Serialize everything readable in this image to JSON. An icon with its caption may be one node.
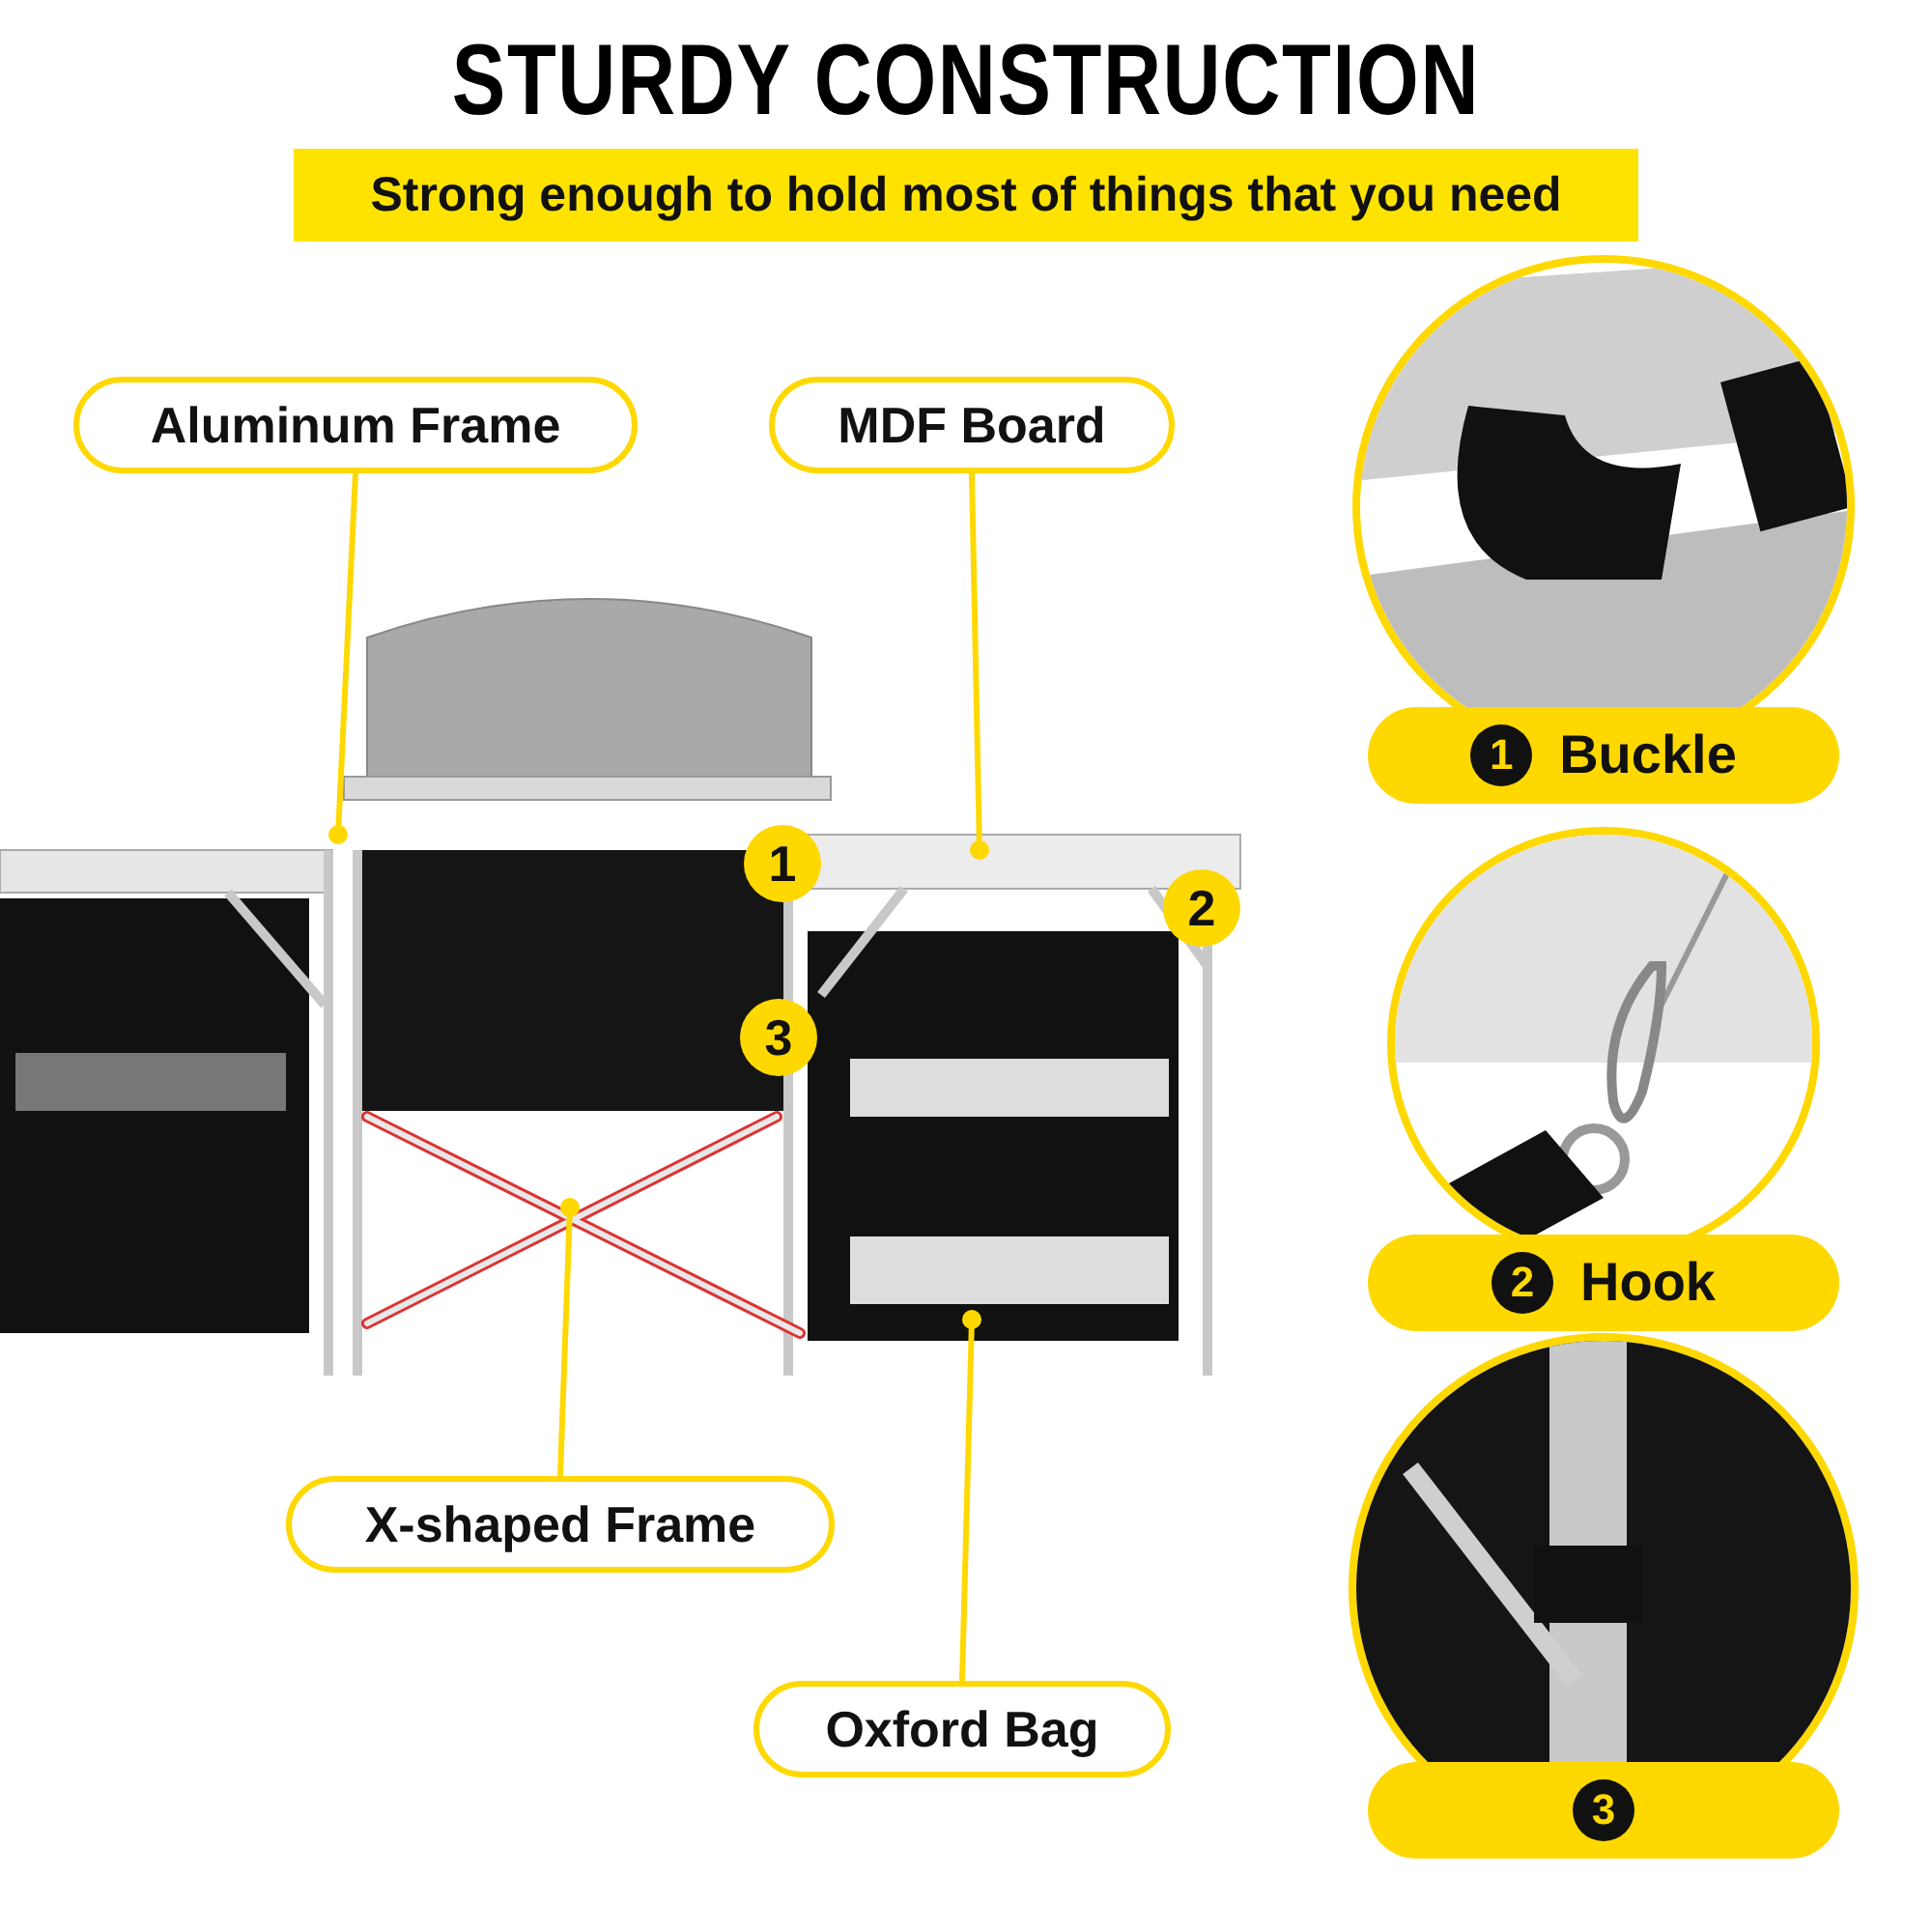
{
  "diagram": {
    "title": "STURDY CONSTRUCTION",
    "nodes": [
      {
        "text": [
          "Strong enough to hold most of things that you need"
        ]
      },
      {
        "text": [
          "Aluminum Frame"
        ]
      },
      {
        "text": [
          "MDF Board"
        ]
      },
      {
        "text": [
          "1",
          "Buckle"
        ]
      },
      {
        "text": [
          "1"
        ]
      },
      {
        "text": [
          "2"
        ]
      },
      {
        "text": [
          "3"
        ]
      },
      {
        "text": [
          "2",
          "Hook"
        ]
      },
      {
        "text": [
          "X-shaped Frame"
        ]
      },
      {
        "text": [
          "Oxford Bag"
        ]
      },
      {
        "text": [
          "3"
        ]
      }
    ],
    "edges": [
      {
        "from": 1,
        "to": null,
        "arrow": "other"
      },
      {
        "from": 2,
        "to": null,
        "arrow": "other"
      },
      {
        "from": 8,
        "to": null,
        "arrow": "other"
      },
      {
        "from": 9,
        "to": null,
        "arrow": "other"
      }
    ]
  }
}
